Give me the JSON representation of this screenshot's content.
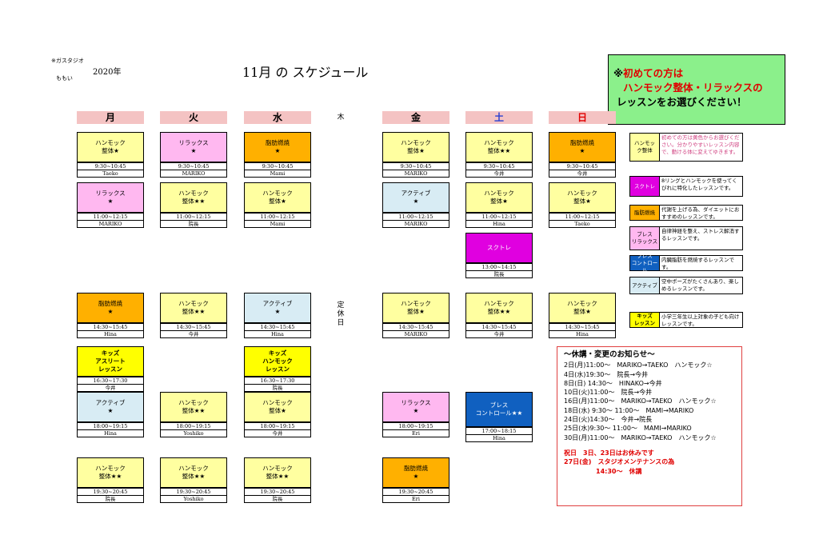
{
  "header": {
    "studio_name": "※ガスタジオ",
    "studio_sub": "ももい",
    "year": "2020年",
    "title": "11月 の スケジュール"
  },
  "notice_top": {
    "mark": "※",
    "line1": "初めての方は",
    "line2": "ハンモック整体・リラックスの",
    "line3": "レッスンをお選びください！",
    "bg_color": "#8bf08b"
  },
  "days": [
    "月",
    "火",
    "水",
    "木",
    "金",
    "土",
    "日"
  ],
  "closed_label": [
    "定",
    "休",
    "日"
  ],
  "classes": {
    "mon": [
      {
        "name": "ハンモック\n整体★",
        "time": "9:30~10:45",
        "inst": "Taeko",
        "color": "yellow"
      },
      {
        "name": "リラックス\n★",
        "time": "11:00~12:15",
        "inst": "MARIKO",
        "color": "pink"
      },
      {
        "name": "脂肪燃焼\n★",
        "time": "14:30~15:45",
        "inst": "Hina",
        "color": "orange"
      },
      {
        "name": "キッズ\nアスリート\nレッスン",
        "time": "16:30~17:30",
        "inst": "今井",
        "color": "kids"
      },
      {
        "name": "アクティブ\n★",
        "time": "18:00~19:15",
        "inst": "Hina",
        "color": "blue"
      },
      {
        "name": "ハンモック\n整体★★",
        "time": "19:30~20:45",
        "inst": "院長",
        "color": "yellow"
      }
    ],
    "tue": [
      {
        "name": "リラックス\n★",
        "time": "9:30~10:45",
        "inst": "MARIKO",
        "color": "pink"
      },
      {
        "name": "ハンモック\n整体★★",
        "time": "11:00~12:15",
        "inst": "院長",
        "color": "yellow"
      },
      {
        "name": "ハンモック\n整体★★",
        "time": "14:30~15:45",
        "inst": "今井",
        "color": "yellow"
      },
      {
        "name": "ハンモック\n整体★★",
        "time": "18:00~19:15",
        "inst": "Yoshiko",
        "color": "yellow"
      },
      {
        "name": "ハンモック\n整体★★",
        "time": "19:30~20:45",
        "inst": "Yoshiko",
        "color": "yellow"
      }
    ],
    "wed": [
      {
        "name": "脂肪燃焼\n★",
        "time": "9:30~10:45",
        "inst": "Mami",
        "color": "orange"
      },
      {
        "name": "ハンモック\n整体★",
        "time": "11:00~12:15",
        "inst": "Mami",
        "color": "yellow"
      },
      {
        "name": "アクティブ\n★",
        "time": "14:30~15:45",
        "inst": "Hina",
        "color": "blue"
      },
      {
        "name": "キッズ\nハンモック\nレッスン",
        "time": "16:30~17:30",
        "inst": "院長",
        "color": "kids"
      },
      {
        "name": "ハンモック\n整体★",
        "time": "18:00~19:15",
        "inst": "今井",
        "color": "yellow"
      },
      {
        "name": "ハンモック\n整体★★",
        "time": "19:30~20:45",
        "inst": "院長",
        "color": "yellow"
      }
    ],
    "fri": [
      {
        "name": "ハンモック\n整体★",
        "time": "9:30~10:45",
        "inst": "MARIKO",
        "color": "yellow"
      },
      {
        "name": "アクティブ\n★",
        "time": "11:00~12:15",
        "inst": "MARIKO",
        "color": "blue"
      },
      {
        "name": "ハンモック\n整体★",
        "time": "14:30~15:45",
        "inst": "MARIKO",
        "color": "yellow"
      },
      {
        "name": "リラックス\n★",
        "time": "18:00~19:15",
        "inst": "Eri",
        "color": "pink"
      },
      {
        "name": "脂肪燃焼\n★",
        "time": "19:30~20:45",
        "inst": "Eri",
        "color": "orange"
      }
    ],
    "sat": [
      {
        "name": "ハンモック\n整体★★",
        "time": "9:30~10:45",
        "inst": "今井",
        "color": "yellow"
      },
      {
        "name": "ハンモック\n整体★",
        "time": "11:00~12:15",
        "inst": "Hina",
        "color": "yellow"
      },
      {
        "name": "スクトレ",
        "time": "13:00~14:15",
        "inst": "院長",
        "color": "magenta"
      },
      {
        "name": "ハンモック\n整体★★",
        "time": "14:30~15:45",
        "inst": "今井",
        "color": "yellow"
      },
      {
        "name": "ブレス\nコントロール★★",
        "time": "17:00~18:15",
        "inst": "Hina",
        "color": "navy"
      }
    ],
    "sun": [
      {
        "name": "脂肪燃焼\n★",
        "time": "9:30~10:45",
        "inst": "今井",
        "color": "orange"
      },
      {
        "name": "ハンモック\n整体★",
        "time": "11:00~12:15",
        "inst": "Taeko",
        "color": "yellow"
      },
      {
        "name": "ハンモック\n整体★",
        "time": "14:30~15:45",
        "inst": "Hina",
        "color": "yellow"
      }
    ]
  },
  "legend": [
    {
      "swatch": "ハンモッ\nク整体",
      "text": "初めての方は黄色からお選びください。分かりやすいレッスン内容で、動ける体に変えてゆきます。",
      "color": "yellow"
    },
    {
      "swatch": "スクトレ",
      "text": "8リングとハンモックを使ってくびれに特化したレッスンです。",
      "color": "magenta"
    },
    {
      "swatch": "脂肪燃焼",
      "text": "代謝を上げる為、ダイエットにおすすめのレッスンです。",
      "color": "orange"
    },
    {
      "swatch": "ブレス\nリラックス",
      "text": "自律神経を整え、ストレス解消するレッスンです。",
      "color": "pink"
    },
    {
      "swatch": "ブレス\nコントロール",
      "text": "内臓脂肪を燃焼するレッスンです。",
      "color": "navy"
    },
    {
      "swatch": "アクティブ",
      "text": "空中ポーズがたくさんあり、楽しめるレッスンです。",
      "color": "blue"
    },
    {
      "swatch": "キッズ\nレッスン",
      "text": "小学三年生以上対象の子ども向けレッスンです。",
      "color": "kids"
    }
  ],
  "news": {
    "title": "～休講・変更のお知らせ～",
    "items": [
      "2日(月)11:00～　MARIKO→TAEKO　ハンモック☆",
      "4日(水)19:30～　院長→今井",
      "8日(日) 14:30～　HINAKO→今井",
      "10日(火)11:00～　院長→今井",
      "16日(月)11:00～　MARIKO→TAEKO　ハンモック☆",
      "18日(水) 9:30～ 11:00～　MAMI→MARIKO",
      "24日(火)14:30～　今井→院長",
      "25日(水)9:30～ 11:00～　MAMI→MARIKO",
      "30日(月)11:00～　MARIKO→TAEKO　ハンモック☆"
    ],
    "holiday1": "祝日　3日、23日はお休みです",
    "holiday2": "27日(金)　スタジオメンテナンスの為",
    "holiday3": "14:30～　休講"
  }
}
